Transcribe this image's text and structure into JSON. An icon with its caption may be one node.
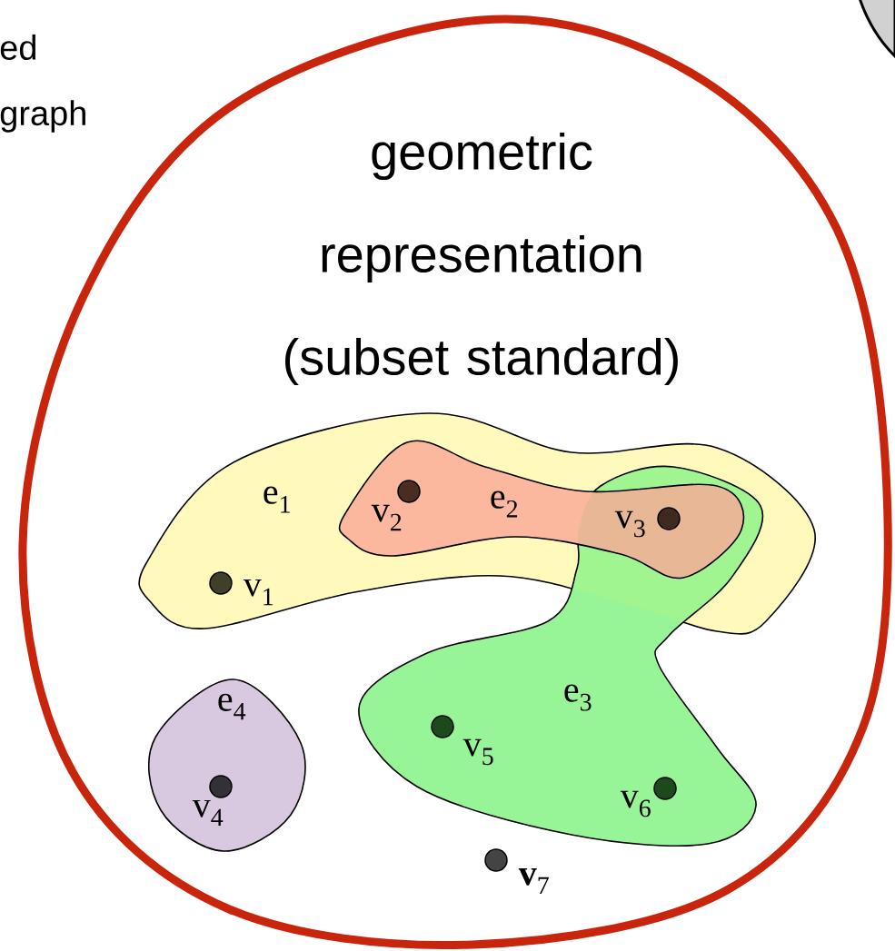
{
  "diagram": {
    "nodes": [
      {
        "text": [
          "geometric representation (subset standard)"
        ]
      },
      {
        "text": [
          "e$_{1}$"
        ],
        "in": 0
      },
      {
        "text": [
          "e$_{2}$"
        ],
        "in": 1
      },
      {
        "text": [
          "e$_{3}$"
        ],
        "in": 0
      },
      {
        "text": [
          "e$_{4}$"
        ],
        "in": 0
      },
      {
        "text": [
          "v$_{1}$"
        ],
        "in": 1
      },
      {
        "text": [
          "v$_{2}$"
        ],
        "in": 2
      },
      {
        "text": [
          "v$_{3}$"
        ]
      },
      {
        "text": [
          "v$_{4}$"
        ],
        "in": 4
      },
      {
        "text": [
          "v$_{5}$"
        ],
        "in": 3
      },
      {
        "text": [
          "v$_{6}$"
        ],
        "in": 3
      },
      {
        "text": [
          "**v**$_{7}$"
        ],
        "in": 0
      }
    ],
    "labels": [
      "ed",
      "graph"
    ]
  }
}
